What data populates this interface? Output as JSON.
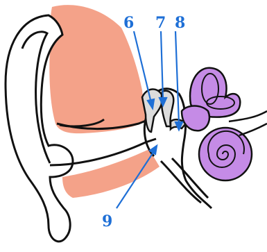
{
  "labels": [
    {
      "id": "6",
      "text": "6"
    },
    {
      "id": "7",
      "text": "7"
    },
    {
      "id": "8",
      "text": "8"
    },
    {
      "id": "9",
      "text": "9"
    }
  ],
  "colors": {
    "label_and_arrow": "#1e6fd6",
    "outline": "#111111",
    "skin_canal": "#f4a289",
    "inner_ear": "#c58be6",
    "ossicles_fill": "#dcdcdc"
  }
}
